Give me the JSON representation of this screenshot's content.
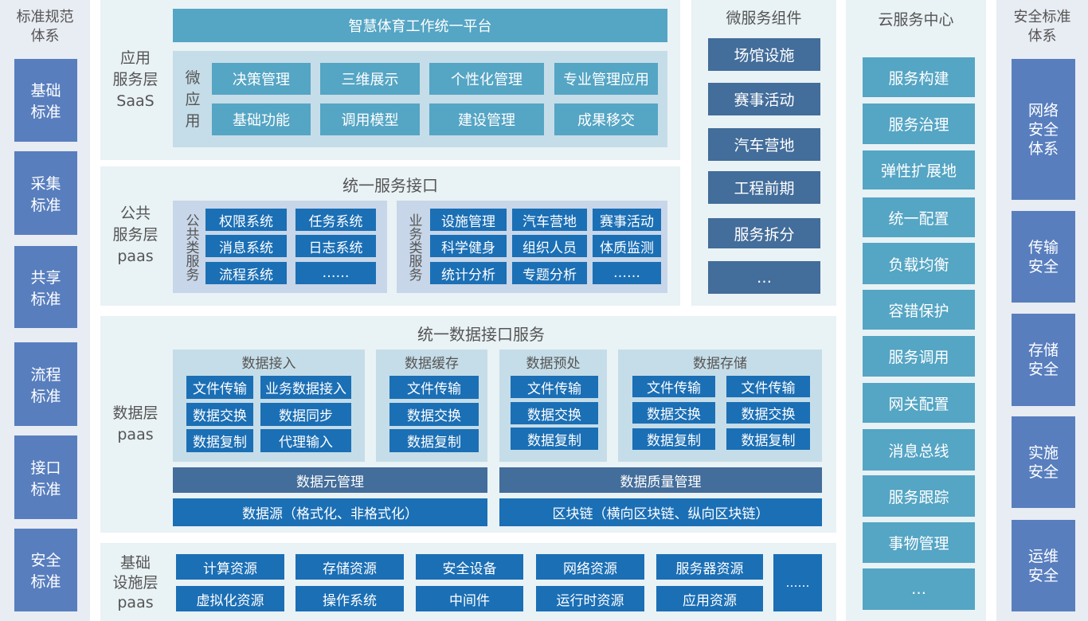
{
  "standards": {
    "title": "标准规范\n体系",
    "items": [
      "基础\n标准",
      "采集\n标准",
      "共享\n标准",
      "流程\n标准",
      "接口\n标准",
      "安全\n标准"
    ]
  },
  "saas": {
    "layer_label": "应用\n服务层\nSaaS",
    "platform": "智慧体育工作统一平台",
    "micro_label": "微\n应\n用",
    "items": [
      "决策管理",
      "三维展示",
      "个性化管理",
      "专业管理应用",
      "基础功能",
      "调用模型",
      "建设管理",
      "成果移交"
    ]
  },
  "service": {
    "layer_label": "公共\n服务层\npaas",
    "title": "统一服务接口",
    "public_label": "公共类服务",
    "public_items": [
      "权限系统",
      "任务系统",
      "消息系统",
      "日志系统",
      "流程系统",
      "……"
    ],
    "business_label": "业务类服务",
    "business_items": [
      "设施管理",
      "汽车营地",
      "赛事活动",
      "科学健身",
      "组织人员",
      "体质监测",
      "统计分析",
      "专题分析",
      "……"
    ]
  },
  "data": {
    "layer_label": "数据层\npaas",
    "title": "统一数据接口服务",
    "groups": [
      {
        "title": "数据接入",
        "items": [
          "文件传输",
          "业务数据接入",
          "数据交换",
          "数据同步",
          "数据复制",
          "代理输入"
        ]
      },
      {
        "title": "数据缓存",
        "items": [
          "文件传输",
          "数据交换",
          "数据复制"
        ]
      },
      {
        "title": "数据预处",
        "items": [
          "文件传输",
          "数据交换",
          "数据复制"
        ]
      },
      {
        "title": "数据存储",
        "items": [
          "文件传输",
          "文件传输",
          "数据交换",
          "数据交换",
          "数据复制",
          "数据复制"
        ]
      }
    ],
    "meta": "数据元管理",
    "quality": "数据质量管理",
    "source": "数据源（格式化、非格式化）",
    "blockchain": "区块链（横向区块链、纵向区块链）"
  },
  "infra": {
    "layer_label": "基础\n设施层\npaas",
    "items": [
      "计算资源",
      "存储资源",
      "安全设备",
      "网络资源",
      "服务器资源",
      "虚拟化资源",
      "操作系统",
      "中间件",
      "运行时资源",
      "应用资源"
    ],
    "more": "……"
  },
  "micro": {
    "title": "微服务组件",
    "items": [
      "场馆设施",
      "赛事活动",
      "汽车营地",
      "工程前期",
      "服务拆分",
      "…"
    ]
  },
  "cloud": {
    "title": "云服务中心",
    "items": [
      "服务构建",
      "服务治理",
      "弹性扩展地",
      "统一配置",
      "负载均衡",
      "容错保护",
      "服务调用",
      "网关配置",
      "消息总线",
      "服务跟踪",
      "事物管理",
      "…"
    ]
  },
  "security": {
    "title": "安全标准\n体系",
    "items": [
      "网络\n安全\n体系",
      "传输\n安全",
      "存储\n安全",
      "实施\n安全",
      "运维\n安全"
    ]
  },
  "colors": {
    "teal": "#55a5c4",
    "blue": "#1b6fb5",
    "slate": "#436d9a",
    "purple": "#587ebe",
    "panel": "#e9f2f5"
  }
}
